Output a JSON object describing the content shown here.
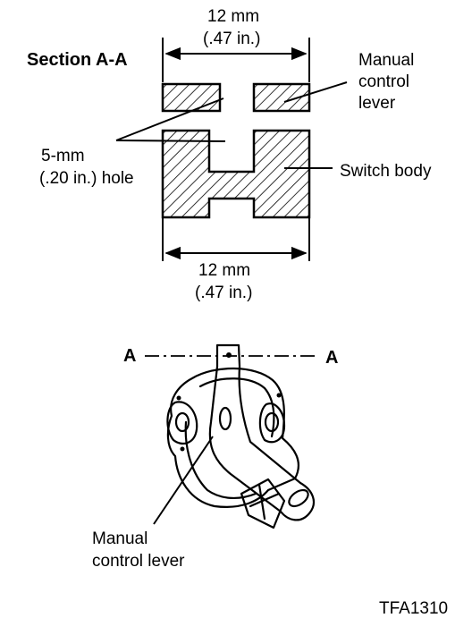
{
  "labels": {
    "section": "Section  A-A",
    "top_dim_mm": "12 mm",
    "top_dim_in": "(.47 in.)",
    "manual_1": "Manual",
    "manual_2": "control",
    "manual_3": "lever",
    "hole_1": "5-mm",
    "hole_2": "(.20 in.) hole",
    "switch_body": "Switch body",
    "bot_dim_mm": "12 mm",
    "bot_dim_in": "(.47 in.)",
    "section_mark_left": "A",
    "section_mark_right": "A",
    "bottom_manual_1": "Manual",
    "bottom_manual_2": "control lever",
    "figure_code": "TFA1310"
  }
}
